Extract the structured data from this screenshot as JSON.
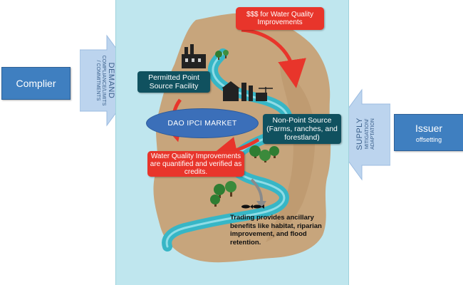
{
  "left_box": {
    "label": "Complier"
  },
  "right_box": {
    "label": "Issuer",
    "sublabel": "offsetting"
  },
  "demand_arrow": {
    "title": "DEMAND",
    "subtitle_line1": "COMPLIANCE/LIMITS",
    "subtitle_line2": "/ COMMITMENTS"
  },
  "supply_arrow": {
    "title": "SUPPLY",
    "subtitle_line1": "MITIGATION/",
    "subtitle_line2": "ADAPTATION"
  },
  "center": {
    "funding_label": "$$$ for Water Quality Improvements",
    "point_source_label": "Permitted Point Source Facility",
    "market_label": "DAO IPCI MARKET",
    "nonpoint_label": "Non-Point Source (Farms, ranches, and forestland)",
    "credits_label": "Water Quality Improvements are quantified and verified as credits.",
    "benefits_note": "Trading provides ancillary benefits like habitat, riparian improvement, and flood retention."
  },
  "colors": {
    "panel_bg": "#bfe6ee",
    "land": "#c7a57c",
    "river": "#37b6c6",
    "red": "#e8352b",
    "teal": "#10515f",
    "side_box": "#3f7fc0",
    "ellipse": "#3b6fb9"
  },
  "icons": [
    "factory-icon",
    "farm-icon",
    "tree-icon",
    "fish-icon"
  ]
}
